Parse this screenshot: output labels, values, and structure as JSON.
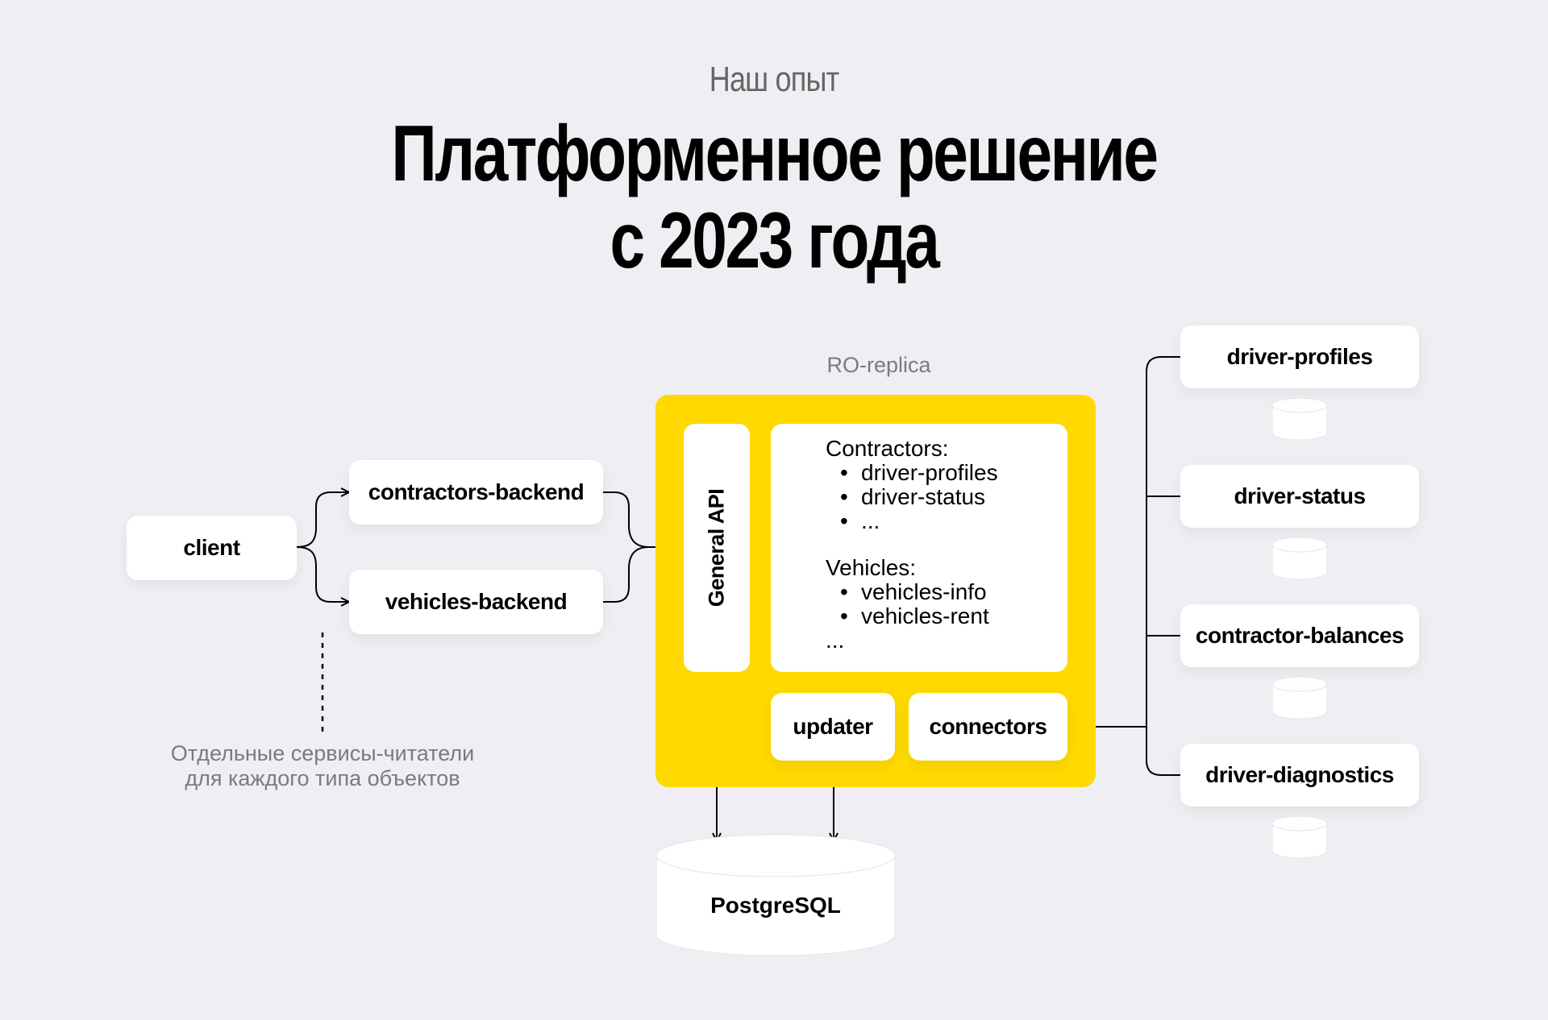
{
  "header": {
    "subtitle": "Наш опыт",
    "title_line1": "Платформенное решение",
    "title_line2": "с 2023 года"
  },
  "nodes": {
    "client": "client",
    "contractors_backend": "contractors-backend",
    "vehicles_backend": "vehicles-backend",
    "general_api": "General API",
    "updater": "updater",
    "connectors": "connectors",
    "postgres": "PostgreSQL",
    "right_services": [
      "driver-profiles",
      "driver-status",
      "contractor-balances",
      "driver-diagnostics"
    ]
  },
  "ro_replica_label": "RO-replica",
  "catalog": {
    "contractors_heading": "Contractors:",
    "contractors_items": [
      "driver-profiles",
      "driver-status",
      "..."
    ],
    "vehicles_heading": "Vehicles:",
    "vehicles_items": [
      "vehicles-info",
      "vehicles-rent"
    ],
    "vehicles_more": "..."
  },
  "note": {
    "line1": "Отдельные сервисы-читатели",
    "line2": "для каждого типа объектов"
  },
  "colors": {
    "background": "#efeef2",
    "accent_yellow": "#ffd900",
    "box": "#ffffff",
    "muted_text": "#7a7a82"
  }
}
